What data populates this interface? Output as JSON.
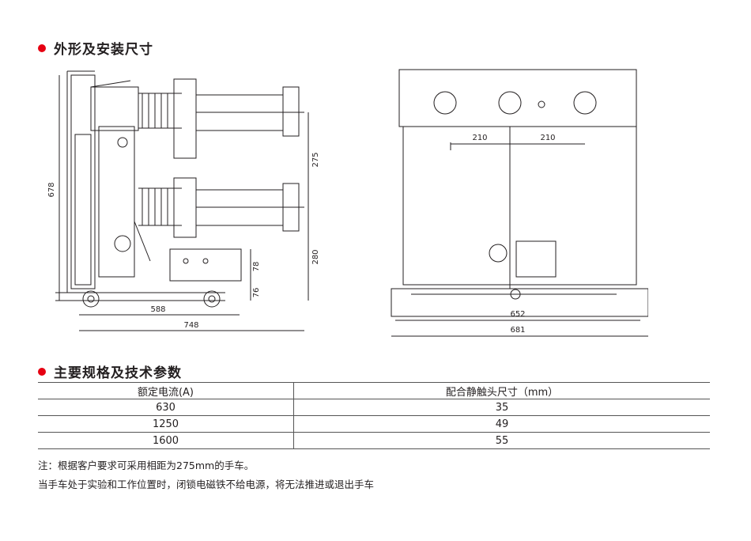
{
  "sections": {
    "dimensions_title": "外形及安装尺寸",
    "specs_title": "主要规格及技术参数"
  },
  "side_view": {
    "dim_height_total": "678",
    "dim_phase_spacing": "275",
    "dim_lower_height": "280",
    "dim_bracket_height": "78",
    "dim_base_height": "76",
    "dim_depth_inner": "588",
    "dim_depth_total": "748"
  },
  "front_view": {
    "dim_pole_left": "210",
    "dim_pole_right": "210",
    "dim_width_inner": "652",
    "dim_width_total": "681"
  },
  "table": {
    "headers": [
      "额定电流(A)",
      "配合静触头尺寸（mm）"
    ],
    "rows": [
      [
        "630",
        "35"
      ],
      [
        "1250",
        "49"
      ],
      [
        "1600",
        "55"
      ]
    ]
  },
  "notes": [
    "注：根据客户要求可采用相距为275mm的手车。",
    "当手车处于实验和工作位置时，闭锁电磁铁不给电源，将无法推进或退出手车"
  ],
  "colors": {
    "bullet": "#e60012",
    "line": "#231f20"
  }
}
